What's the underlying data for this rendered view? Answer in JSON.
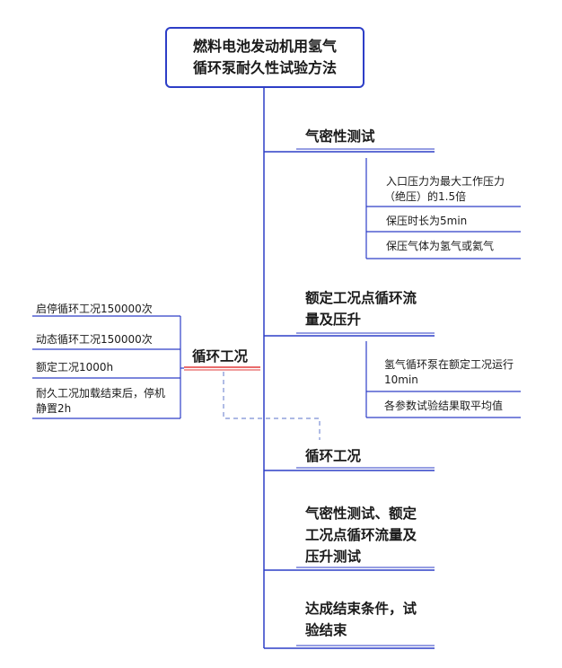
{
  "root": {
    "line1": "燃料电池发动机用氢气",
    "line2": "循环泵耐久性试验方法"
  },
  "topics": {
    "airtight": {
      "label": "气密性测试",
      "children": [
        "入口压力为最大工作压力",
        "（绝压）的1.5倍",
        "保压时长为5min",
        "保压气体为氢气或氦气"
      ]
    },
    "rated": {
      "line1": "额定工况点循环流",
      "line2": "量及压升",
      "children": [
        "氢气循环泵在额定工况运行",
        "10min",
        "各参数试验结果取平均值"
      ]
    },
    "cycle": {
      "label": "循环工况"
    },
    "tests": {
      "line1": "气密性测试、额定",
      "line2": "工况点循环流量及",
      "line3": "压升测试"
    },
    "end": {
      "line1": "达成结束条件，试",
      "line2": "验结束"
    }
  },
  "cycle_node": {
    "label": "循环工况",
    "children": [
      "启停循环工况150000次",
      "动态循环工况150000次",
      "额定工况1000h",
      "耐久工况加载结束后，停机",
      "静置2h"
    ]
  },
  "colors": {
    "line": "#2d3ec7",
    "accent_red": "#e23b3b",
    "dashed": "#7b8fd4"
  }
}
